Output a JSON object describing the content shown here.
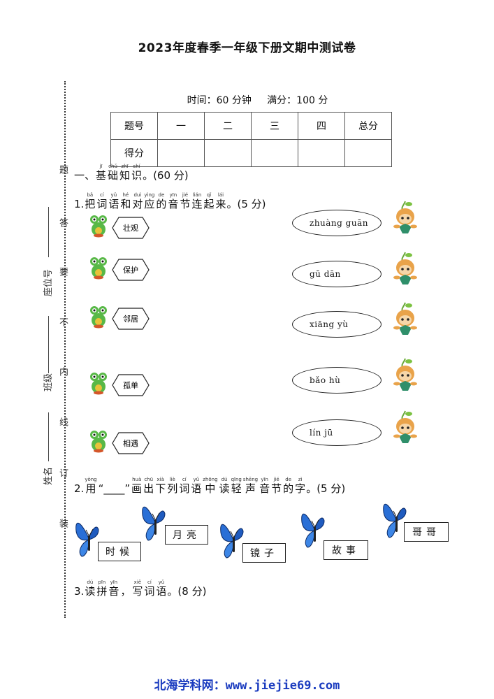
{
  "title": "2023年度春季一年级下册文期中测试卷",
  "exam_info": {
    "time": "时间：60 分钟",
    "full": "满分：100 分"
  },
  "score_table": {
    "header": [
      "题号",
      "一",
      "二",
      "三",
      "四",
      "总分"
    ],
    "row_label": "得分"
  },
  "binding_margin": {
    "words": [
      "题",
      "答",
      "要",
      "不",
      "内",
      "线",
      "订",
      "装"
    ],
    "fields": [
      "座位号",
      "班级",
      "姓名"
    ]
  },
  "section1": {
    "chars": [
      "一、",
      "基",
      "础",
      "知",
      "识",
      "。(60 分)"
    ],
    "pinyin": [
      "",
      "jī",
      "chǔ",
      "zhī",
      "shí",
      ""
    ]
  },
  "q1": {
    "chars": [
      "1.",
      "把",
      "词",
      "语",
      "和",
      "对",
      "应",
      "的",
      "音",
      "节",
      "连",
      "起",
      "来",
      "。(5 分)"
    ],
    "pinyin": [
      "",
      "bǎ",
      "cí",
      "yǔ",
      "hé",
      "duì",
      "yìng",
      "de",
      "yīn",
      "jié",
      "lián",
      "qǐ",
      "lái",
      ""
    ],
    "words": [
      "壮观",
      "保护",
      "邻居",
      "孤单",
      "相遇"
    ],
    "syllables": [
      "zhuàng guān",
      "gū dān",
      "xiāng yù",
      "bǎo hù",
      "lín jū"
    ]
  },
  "q2": {
    "chars": [
      "2.",
      "用",
      "“____”",
      "画",
      "出",
      "下",
      "列",
      "词",
      "语",
      "中",
      "读",
      "轻",
      "声",
      "音",
      "节",
      "的",
      "字",
      "。(5 分)"
    ],
    "pinyin": [
      "",
      "yòng",
      "",
      "huà",
      "chū",
      "xià",
      "liè",
      "cí",
      "yǔ",
      "zhōng",
      "dú",
      "qīng",
      "shēng",
      "yīn",
      "jié",
      "de",
      "zì",
      ""
    ],
    "words": [
      "时候",
      "月亮",
      "镜子",
      "故事",
      "哥哥"
    ]
  },
  "q3": {
    "chars": [
      "3.",
      "读",
      "拼",
      "音",
      "，",
      "写",
      "词",
      "语",
      "。(8 分)"
    ],
    "pinyin": [
      "",
      "dú",
      "pīn",
      "yīn",
      "",
      "xiě",
      "cí",
      "yǔ",
      ""
    ]
  },
  "footer": {
    "site_name": "北海学科网",
    "url": "：www.jiejie69.com"
  },
  "colors": {
    "butterfly": "#2a6fd6",
    "frog": "#58b847",
    "footer": "#1a3bbf"
  }
}
